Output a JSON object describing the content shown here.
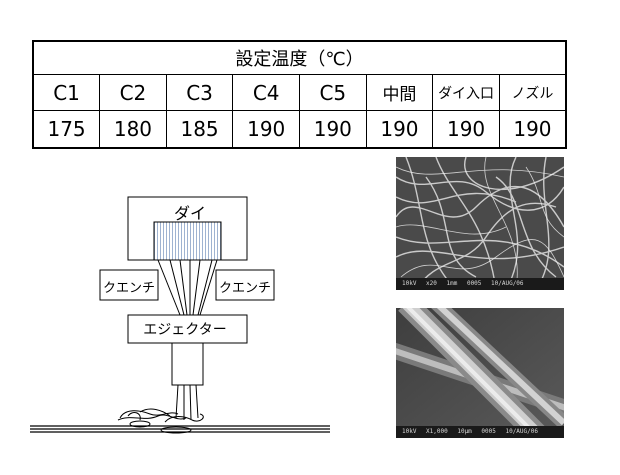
{
  "table": {
    "title": "設定温度（℃）",
    "headers": [
      "C1",
      "C2",
      "C3",
      "C4",
      "C5",
      "中間",
      "ダイ入口",
      "ノズル"
    ],
    "values": [
      "175",
      "180",
      "185",
      "190",
      "190",
      "190",
      "190",
      "190"
    ]
  },
  "diagram": {
    "die_label": "ダイ",
    "quench_left": "クエンチ",
    "quench_right": "クエンチ",
    "ejector_label": "エジェクター"
  },
  "sem": {
    "top_caption": "10kV  x20  1mm  0005  10/AUG/06",
    "bottom_caption": "10kV  X1,000  10μm  0005  10/AUG/06"
  }
}
